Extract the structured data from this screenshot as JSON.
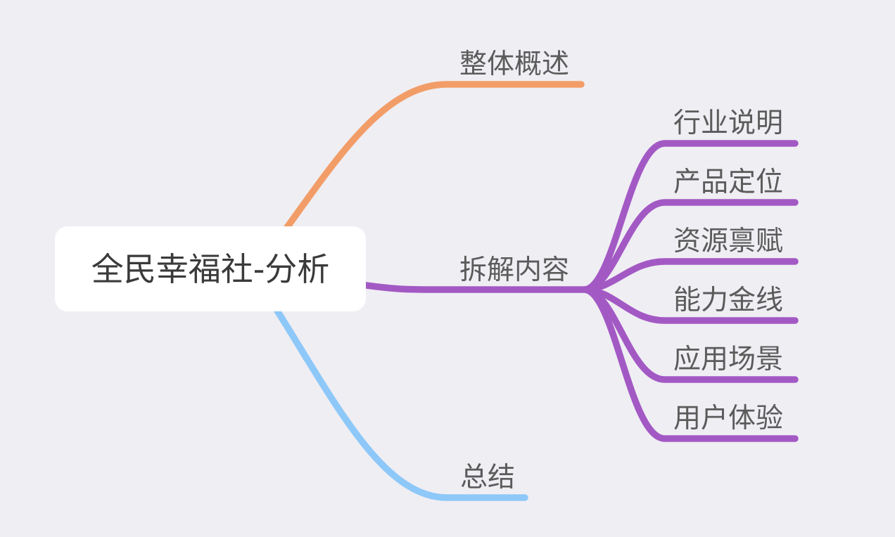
{
  "central_topic": {
    "label": "全民幸福社-分析"
  },
  "branches": [
    {
      "label": "整体概述",
      "color": "#f29d68",
      "children": []
    },
    {
      "label": "拆解内容",
      "color": "#a359c4",
      "children": [
        {
          "label": "行业说明"
        },
        {
          "label": "产品定位"
        },
        {
          "label": "资源禀赋"
        },
        {
          "label": "能力金线"
        },
        {
          "label": "应用场景"
        },
        {
          "label": "用户体验"
        }
      ]
    },
    {
      "label": "总结",
      "color": "#8ec8f8",
      "children": []
    }
  ],
  "colors": {
    "background": "#efeef3",
    "node_fill": "#ffffff"
  }
}
